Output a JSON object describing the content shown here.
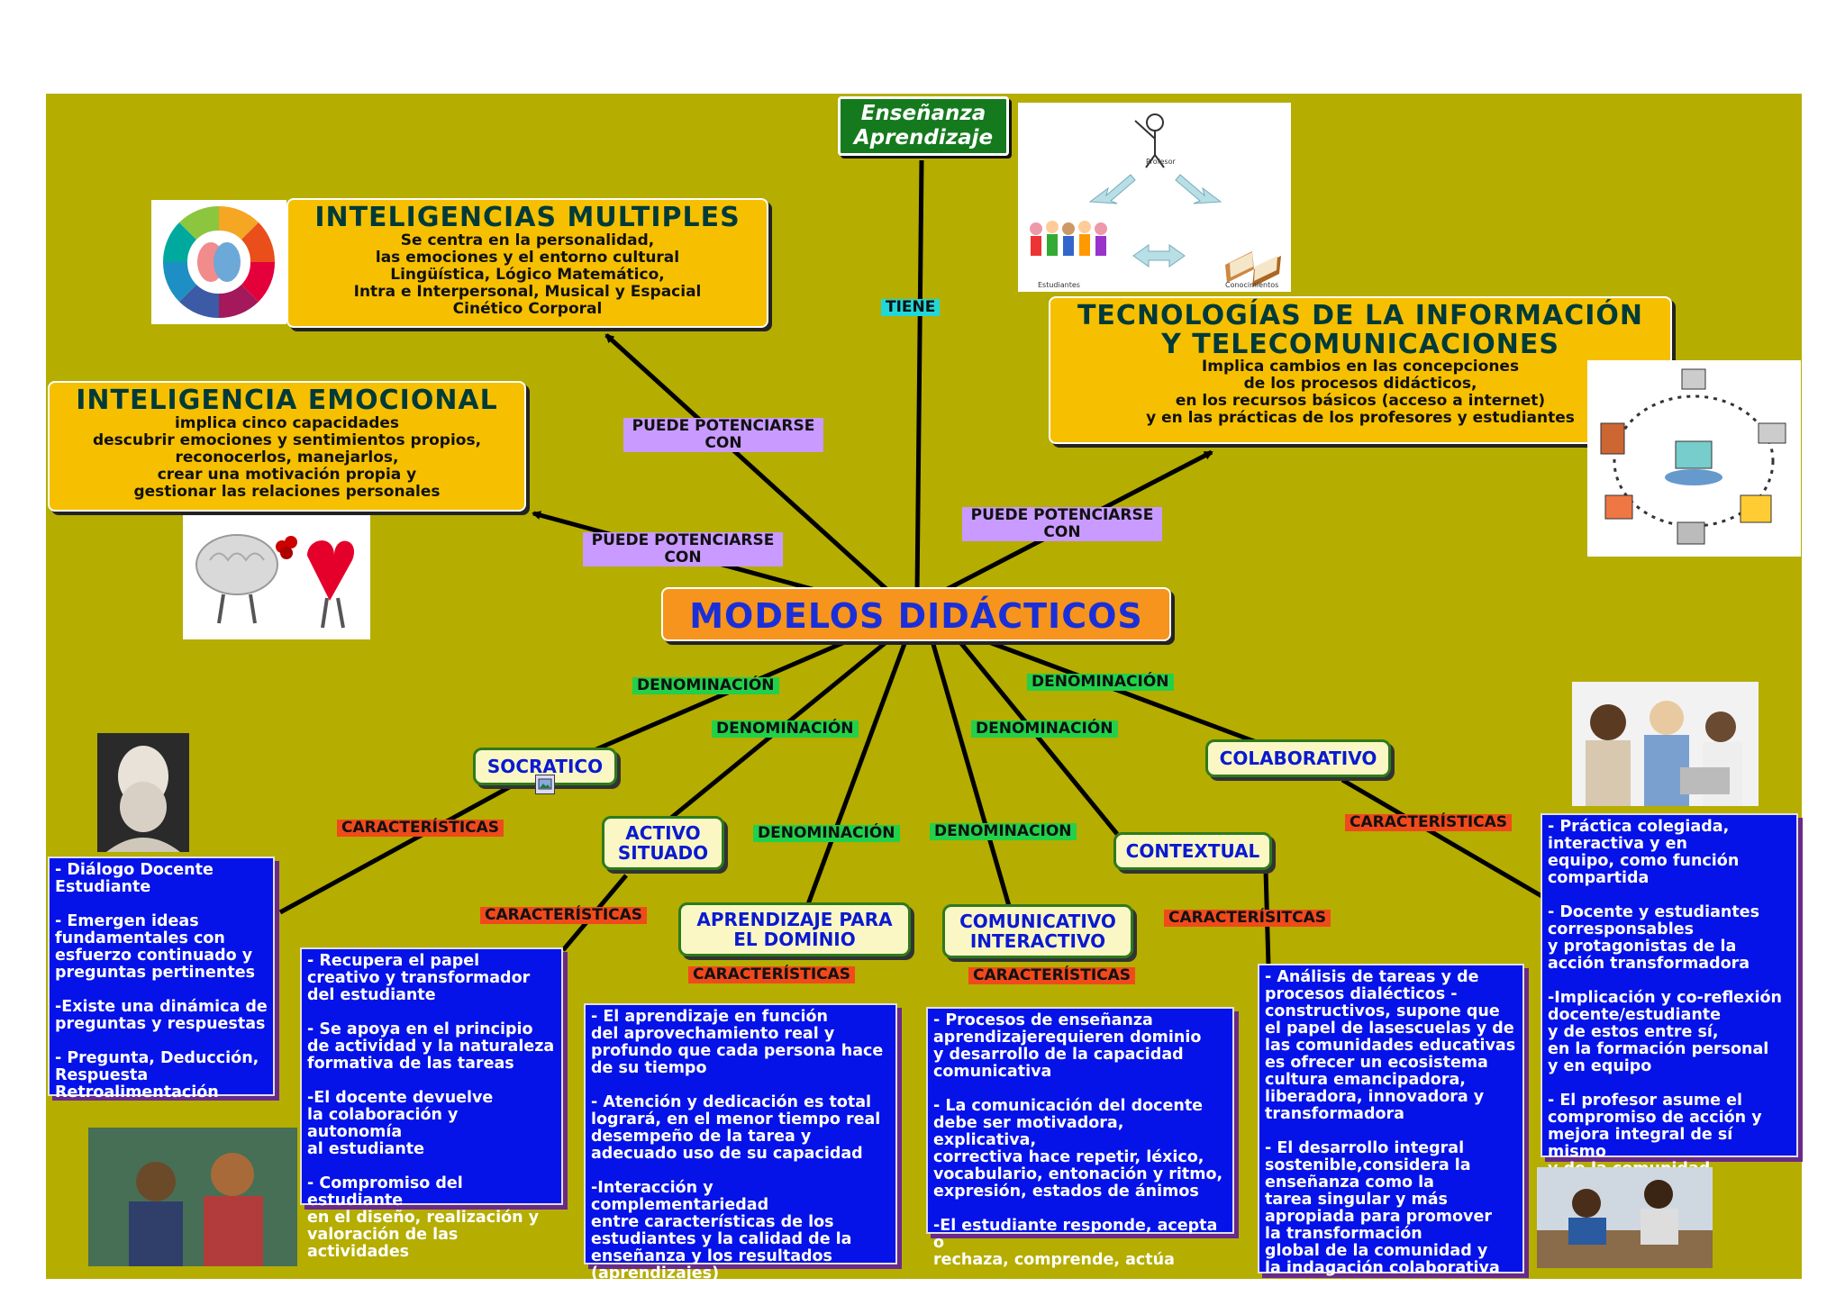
{
  "center": "MODELOS DIDÁCTICOS",
  "top_node": "Enseñanza\nAprendizaje",
  "labels": {
    "tiene": "TIENE",
    "puede_1": "PUEDE POTENCIARSE\nCON",
    "puede_2": "PUEDE POTENCIARSE\nCON",
    "puede_3": "PUEDE POTENCIARSE\nCON",
    "denom_1": "DENOMINACIÓN",
    "denom_2": "DENOMINACIÓN",
    "denom_3": "DENOMINACIÓN",
    "denom_4": "DENOMINACIÓN",
    "denom_5": "DENOMINACIÓN",
    "denom_6": "DENOMINACION",
    "car_socratico": "CARACTERÍSTICAS",
    "car_activo": "CARACTERÍSTICAS",
    "car_aprendizaje": "CARACTERÍSTICAS",
    "car_comunicativo": "CARACTERÍSTICAS",
    "car_contextual": "CARACTERÍSITCAS",
    "car_colaborativo": "CARACTERÍSTICAS"
  },
  "intel_multiples": {
    "title": "INTELIGENCIAS MULTIPLES",
    "text": "Se centra en la personalidad,\nlas emociones y el entorno cultural\nLingüística, Lógico Matemático,\nIntra e Interpersonal, Musical y Espacial\nCinético Corporal"
  },
  "intel_emocional": {
    "title": "INTELIGENCIA EMOCIONAL",
    "text": "implica cinco capacidades\ndescubrir emociones y sentimientos propios,\nreconocerlos, manejarlos,\ncrear una motivación propia y\ngestionar las relaciones personales"
  },
  "tic": {
    "title": "TECNOLOGÍAS DE LA INFORMACIÓN\nY TELECOMUNICACIONES",
    "text": "Implica cambios en las concepciones\nde los procesos didácticos,\nen los recursos básicos (acceso a internet)\ny en las prácticas de los profesores y estudiantes"
  },
  "triangle": {
    "top": "Profesor",
    "left": "Estudiantes",
    "right": "Conocimientos"
  },
  "models": {
    "socratico": "SOCRATICO",
    "activo": "ACTIVO\nSITUADO",
    "aprendizaje": "APRENDIZAJE PARA\nEL DOMINIO",
    "comunicativo": "COMUNICATIVO\nINTERACTIVO",
    "contextual": "CONTEXTUAL",
    "colaborativo": "COLABORATIVO"
  },
  "chars": {
    "socratico": "- Diálogo Docente\nEstudiante\n\n- Emergen ideas\nfundamentales con\nesfuerzo continuado y\npreguntas pertinentes\n\n-Existe una dinámica de\npreguntas y respuestas\n\n- Pregunta, Deducción,\nRespuesta\nRetroalimentación",
    "activo": "- Recupera el papel\ncreativo y transformador\ndel estudiante\n\n- Se apoya en el principio\nde actividad y la naturaleza\nformativa de las tareas\n\n-El docente devuelve\nla colaboración y autonomía\nal estudiante\n\n- Compromiso del estudiante\nen el diseño, realización y\nvaloración de las actividades",
    "aprendizaje": "- El aprendizaje  en función\ndel aprovechamiento real y\nprofundo que cada persona hace\n de su tiempo\n\n- Atención y dedicación es total\nlogrará, en el menor tiempo real\ndesempeño de la tarea y\n adecuado uso de su capacidad\n\n-Interacción y complementariedad\nentre  características de los\nestudiantes y la calidad de la\nenseñanza y  los resultados\n(aprendizajes)",
    "comunicativo": "- Procesos de enseñanza\naprendizajerequieren  dominio\ny desarrollo de la capacidad\ncomunicativa\n\n- La comunicación del docente\ndebe ser motivadora, explicativa,\ncorrectiva hace repetir,  léxico,\nvocabulario, entonación y ritmo,\nexpresión, estados de ánimos\n\n-El estudiante responde, acepta o\nrechaza, comprende, actúa",
    "contextual": "- Análisis de tareas y de\n procesos dialécticos -\nconstructivos,  supone que\nel papel de lasescuelas y de\n las comunidades educativas\nes ofrecer un ecosistema\ncultura emancipadora,\nliberadora, innovadora y\ntransformadora\n\n- El desarrollo integral\n sostenible,considera la\nenseñanza como la\ntarea singular y más\n apropiada para promover\n la transformación\n global de la comunidad y\nla indagación colaborativa",
    "colaborativo": "- Práctica colegiada,\ninteractiva y  en\nequipo, como función\ncompartida\n\n- Docente y estudiantes\n corresponsables\n y protagonistas de la\n acción transformadora\n\n-Implicación y co-reflexión\n docente/estudiante\n y de estos entre sí,\nen  la formación personal\ny en equipo\n\n- El profesor asume el\ncompromiso de acción y\nmejora integral de sí mismo\n y de la comunidad"
  },
  "colors": {
    "background": "#b5ad00",
    "yellow_box": "#f6c000",
    "blue_box": "#0512e8",
    "center_box": "#f7941d",
    "center_text": "#1a2fd8"
  }
}
